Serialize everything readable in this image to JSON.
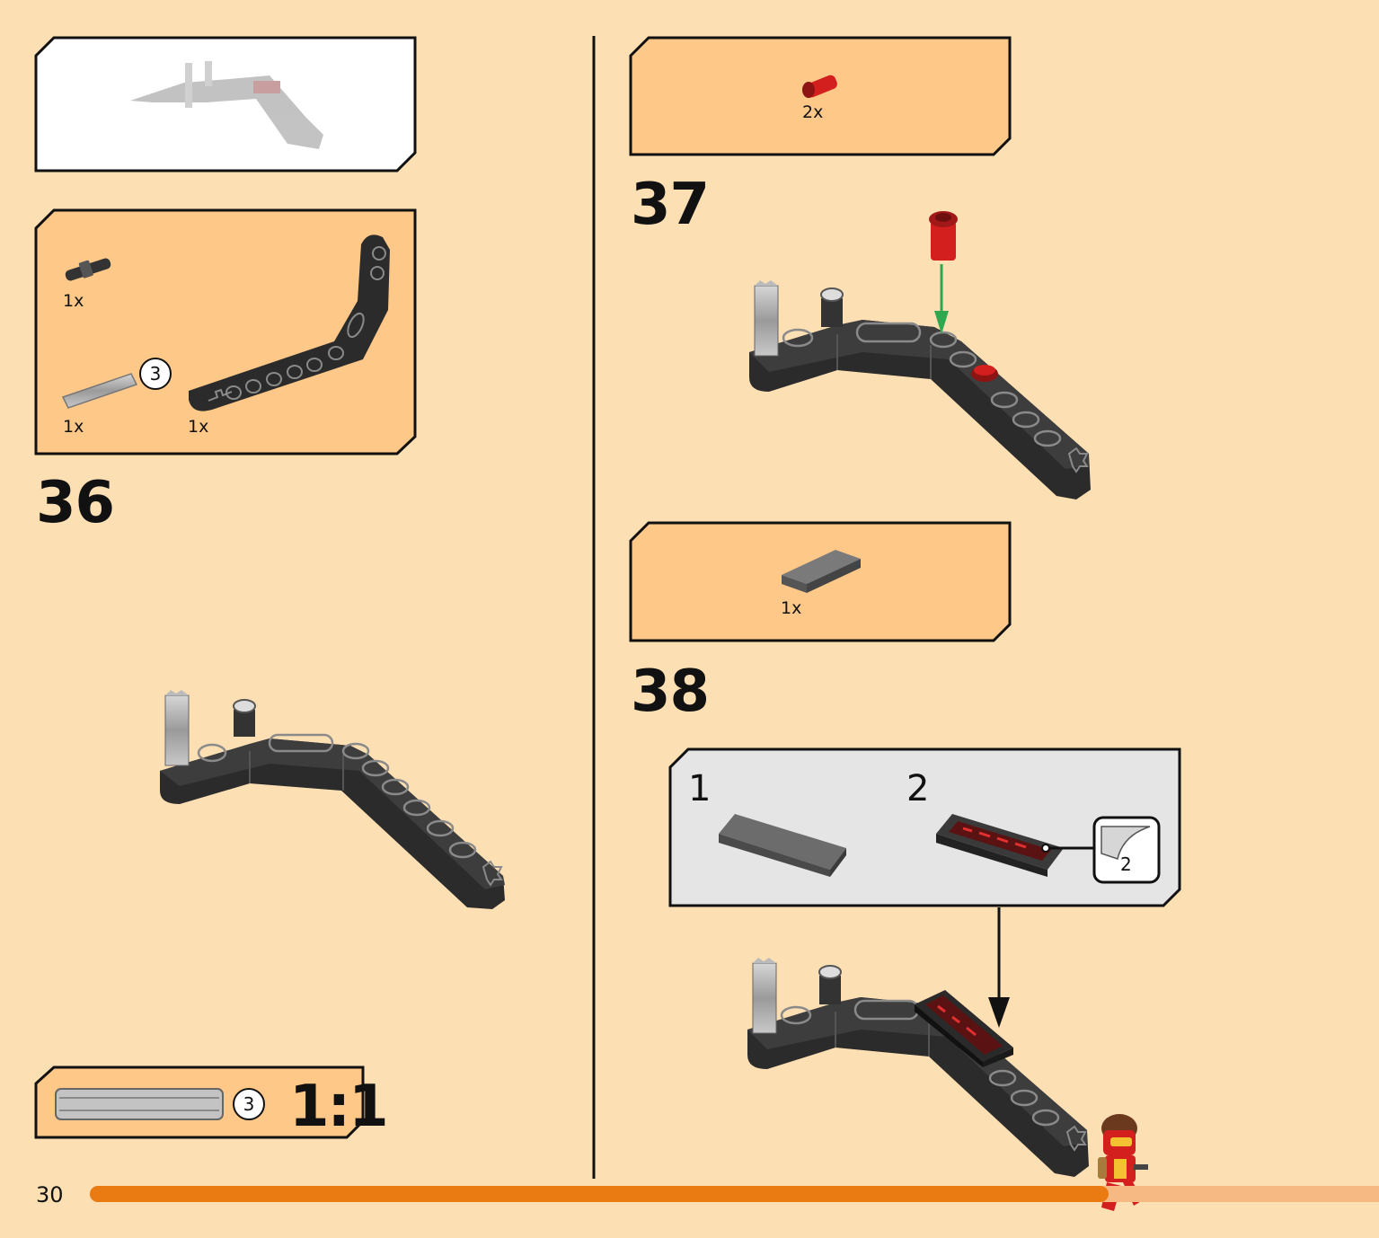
{
  "page": {
    "number": "30",
    "progress": 0.79
  },
  "colors": {
    "background": "#fddfb4",
    "callout": "#fdc888",
    "subassembly": "#e5e5e5",
    "progress": "#ea7a12",
    "beam": "#2b2b2b",
    "red_part": "#d3201f",
    "arrow_green": "#2fa84f"
  },
  "reference_panel": {
    "icon": "assembled-model-preview"
  },
  "step36": {
    "number": "36",
    "parts": [
      {
        "icon": "technic-pin-connector-icon",
        "qty": "1x"
      },
      {
        "icon": "technic-axle-3-icon",
        "qty": "1x",
        "length": "3"
      },
      {
        "icon": "technic-angled-beam-icon",
        "qty": "1x"
      }
    ]
  },
  "scale_box": {
    "axle_length": "3",
    "scale": "1:1"
  },
  "step37": {
    "number": "37",
    "parts": [
      {
        "icon": "red-technic-pin-icon",
        "qty": "2x"
      }
    ]
  },
  "step38": {
    "number": "38",
    "parts": [
      {
        "icon": "dark-grey-tile-1x4-icon",
        "qty": "1x"
      }
    ],
    "subassembly": {
      "step1": "1",
      "step2": "2",
      "sticker": "2"
    }
  }
}
